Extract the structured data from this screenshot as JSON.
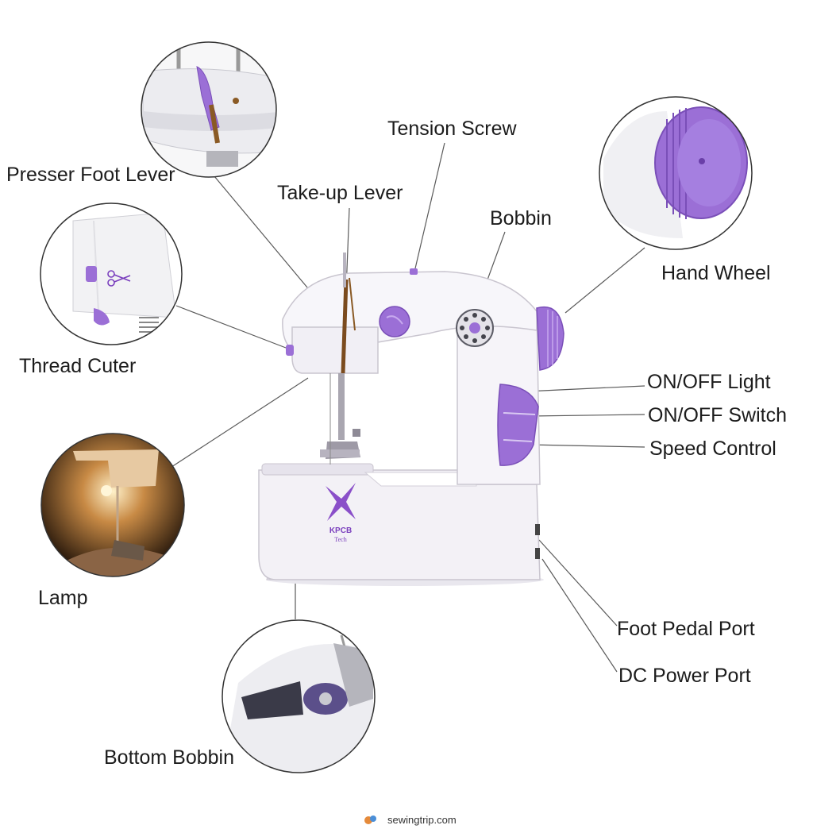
{
  "labels": {
    "presser_foot_lever": "Presser Foot Lever",
    "tension_screw": "Tension Screw",
    "take_up_lever": "Take-up Lever",
    "bobbin": "Bobbin",
    "hand_wheel": "Hand Wheel",
    "thread_cutter": "Thread Cuter",
    "on_off_light": "ON/OFF Light",
    "on_off_switch": "ON/OFF Switch",
    "speed_control": "Speed Control",
    "lamp": "Lamp",
    "foot_pedal_port": "Foot Pedal Port",
    "dc_power_port": "DC Power Port",
    "bottom_bobbin": "Bottom Bobbin"
  },
  "brand": {
    "name": "KPCB",
    "sub": "Tech"
  },
  "watermark": {
    "text": "sewingtrip.com"
  },
  "colors": {
    "accent": "#9b6fd6",
    "accent_dark": "#7a4fb8",
    "body": "#f3f1f6",
    "outline": "#c9c5cf",
    "leader": "#5a5a5a"
  },
  "icons": {
    "machine": "sewing-machine-illustration",
    "zoom": "detail-zoom-circle"
  }
}
